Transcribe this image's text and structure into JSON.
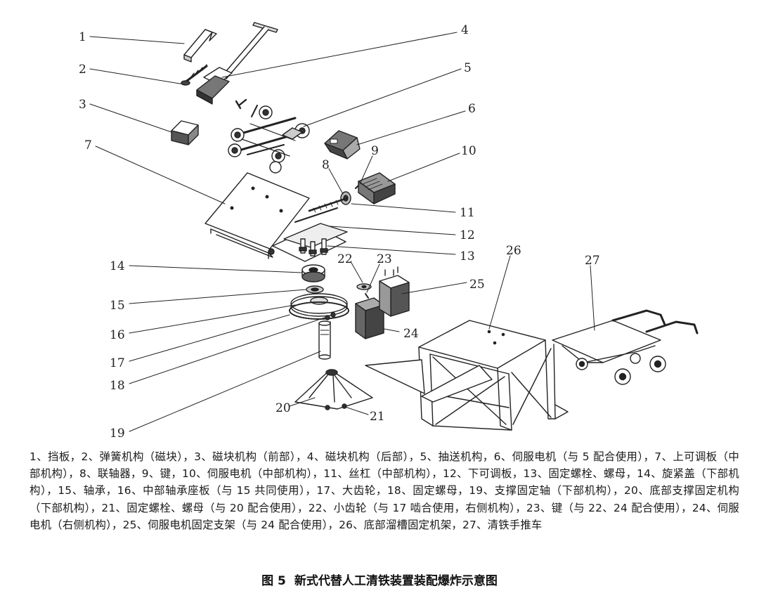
{
  "figure": {
    "part_numbers": [
      "1",
      "2",
      "3",
      "4",
      "5",
      "6",
      "7",
      "8",
      "9",
      "10",
      "11",
      "12",
      "13",
      "14",
      "15",
      "16",
      "17",
      "18",
      "19",
      "20",
      "21",
      "22",
      "23",
      "24",
      "25",
      "26",
      "27"
    ]
  },
  "caption": "1、挡板，2、弹簧机构（磁块），3、磁块机构（前部），4、磁块机构（后部），5、抽送机构，6、伺服电机（与 5 配合使用），7、上可调板（中部机构），8、联轴器，9、键，10、伺服电机（中部机构），11、丝杠（中部机构），12、下可调板，13、固定螺栓、螺母，14、旋紧盖（下部机构），15、轴承，16、中部轴承座板（与 15 共同使用），17、大齿轮，18、固定螺母，19、支撑固定轴（下部机构），20、底部支撑固定机构（下部机构），21、固定螺栓、螺母（与 20 配合使用），22、小齿轮（与 17 啮合使用，右侧机构），23、键（与 22、24 配合使用），24、伺服电机（右侧机构），25、伺服电机固定支架（与 24 配合使用），26、底部溜槽固定机架，27、清铁手推车",
  "title": {
    "number": "图 5",
    "text": "新式代替人工清铁装置装配爆炸示意图"
  }
}
